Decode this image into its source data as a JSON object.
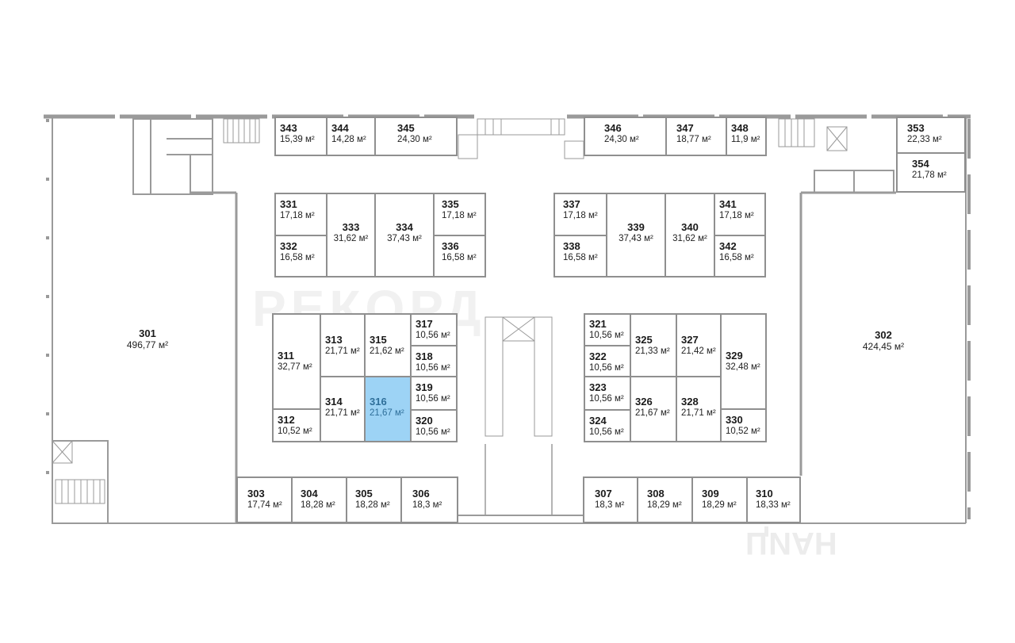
{
  "plan": {
    "selected": "316",
    "unit": "м²",
    "rooms": [
      {
        "num": "301",
        "area": "496,77 м²"
      },
      {
        "num": "302",
        "area": "424,45 м²"
      },
      {
        "num": "303",
        "area": "17,74 м²"
      },
      {
        "num": "304",
        "area": "18,28 м²"
      },
      {
        "num": "305",
        "area": "18,28 м²"
      },
      {
        "num": "306",
        "area": "18,3 м²"
      },
      {
        "num": "307",
        "area": "18,3 м²"
      },
      {
        "num": "308",
        "area": "18,29 м²"
      },
      {
        "num": "309",
        "area": "18,29 м²"
      },
      {
        "num": "310",
        "area": "18,33 м²"
      },
      {
        "num": "311",
        "area": "32,77 м²"
      },
      {
        "num": "312",
        "area": "10,52 м²"
      },
      {
        "num": "313",
        "area": "21,71 м²"
      },
      {
        "num": "314",
        "area": "21,71 м²"
      },
      {
        "num": "315",
        "area": "21,62 м²"
      },
      {
        "num": "316",
        "area": "21,67 м²"
      },
      {
        "num": "317",
        "area": "10,56 м²"
      },
      {
        "num": "318",
        "area": "10,56 м²"
      },
      {
        "num": "319",
        "area": "10,56 м²"
      },
      {
        "num": "320",
        "area": "10,56 м²"
      },
      {
        "num": "321",
        "area": "10,56 м²"
      },
      {
        "num": "322",
        "area": "10,56 м²"
      },
      {
        "num": "323",
        "area": "10,56 м²"
      },
      {
        "num": "324",
        "area": "10,56 м²"
      },
      {
        "num": "325",
        "area": "21,33 м²"
      },
      {
        "num": "326",
        "area": "21,67 м²"
      },
      {
        "num": "327",
        "area": "21,42 м²"
      },
      {
        "num": "328",
        "area": "21,71 м²"
      },
      {
        "num": "329",
        "area": "32,48 м²"
      },
      {
        "num": "330",
        "area": "10,52 м²"
      },
      {
        "num": "331",
        "area": "17,18 м²"
      },
      {
        "num": "332",
        "area": "16,58 м²"
      },
      {
        "num": "333",
        "area": "31,62 м²"
      },
      {
        "num": "334",
        "area": "37,43 м²"
      },
      {
        "num": "335",
        "area": "17,18 м²"
      },
      {
        "num": "336",
        "area": "16,58 м²"
      },
      {
        "num": "337",
        "area": "17,18 м²"
      },
      {
        "num": "338",
        "area": "16,58 м²"
      },
      {
        "num": "339",
        "area": "37,43 м²"
      },
      {
        "num": "340",
        "area": "31,62 м²"
      },
      {
        "num": "341",
        "area": "17,18 м²"
      },
      {
        "num": "342",
        "area": "16,58 м²"
      },
      {
        "num": "343",
        "area": "15,39 м²"
      },
      {
        "num": "344",
        "area": "14,28 м²"
      },
      {
        "num": "345",
        "area": "24,30 м²"
      },
      {
        "num": "346",
        "area": "24,30 м²"
      },
      {
        "num": "347",
        "area": "18,77 м²"
      },
      {
        "num": "348",
        "area": "11,9 м²"
      },
      {
        "num": "353",
        "area": "22,33 м²"
      },
      {
        "num": "354",
        "area": "21,78 м²"
      }
    ]
  },
  "watermarks": {
    "center": "РЕКОРД",
    "corner": "ЦИАН"
  },
  "colors": {
    "wall": "#8f8f8f",
    "selected_fill": "#9dd3f5",
    "selected_text": "#2f6f9a"
  }
}
